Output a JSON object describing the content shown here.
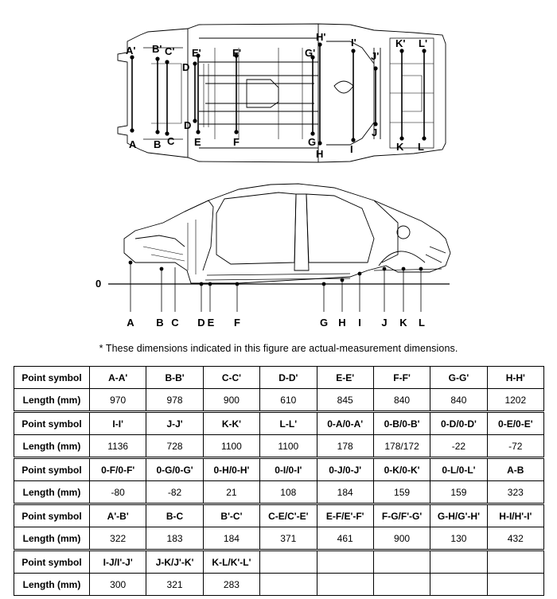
{
  "top_view": {
    "upper_labels": [
      "A'",
      "B'",
      "C'",
      "E'",
      "D",
      "F'",
      "G'",
      "H'",
      "I'",
      "J'",
      "K'",
      "L'"
    ],
    "lower_labels": [
      "A",
      "B",
      "C",
      "D",
      "E",
      "F",
      "G",
      "H",
      "I",
      "J",
      "K",
      "L"
    ]
  },
  "side_view": {
    "zero_label": "0",
    "point_labels": [
      "A",
      "B",
      "C",
      "D",
      "E",
      "F",
      "G",
      "H",
      "I",
      "J",
      "K",
      "L"
    ]
  },
  "note": "*  These dimensions indicated in this figure are actual-measurement dimensions.",
  "table": {
    "row_header_symbol": "Point symbol",
    "row_header_length": "Length (mm)",
    "groups": [
      {
        "symbols": [
          "A-A'",
          "B-B'",
          "C-C'",
          "D-D'",
          "E-E'",
          "F-F'",
          "G-G'",
          "H-H'"
        ],
        "lengths": [
          "970",
          "978",
          "900",
          "610",
          "845",
          "840",
          "840",
          "1202"
        ]
      },
      {
        "symbols": [
          "I-I'",
          "J-J'",
          "K-K'",
          "L-L'",
          "0-A/0-A'",
          "0-B/0-B'",
          "0-D/0-D'",
          "0-E/0-E'"
        ],
        "lengths": [
          "1136",
          "728",
          "1100",
          "1100",
          "178",
          "178/172",
          "-22",
          "-72"
        ]
      },
      {
        "symbols": [
          "0-F/0-F'",
          "0-G/0-G'",
          "0-H/0-H'",
          "0-I/0-I'",
          "0-J/0-J'",
          "0-K/0-K'",
          "0-L/0-L'",
          "A-B"
        ],
        "lengths": [
          "-80",
          "-82",
          "21",
          "108",
          "184",
          "159",
          "159",
          "323"
        ]
      },
      {
        "symbols": [
          "A'-B'",
          "B-C",
          "B'-C'",
          "C-E/C'-E'",
          "E-F/E'-F'",
          "F-G/F'-G'",
          "G-H/G'-H'",
          "H-I/H'-I'"
        ],
        "lengths": [
          "322",
          "183",
          "184",
          "371",
          "461",
          "900",
          "130",
          "432"
        ]
      },
      {
        "symbols": [
          "I-J/I'-J'",
          "J-K/J'-K'",
          "K-L/K'-L'",
          "",
          "",
          "",
          "",
          ""
        ],
        "lengths": [
          "300",
          "321",
          "283",
          "",
          "",
          "",
          "",
          ""
        ]
      }
    ]
  }
}
